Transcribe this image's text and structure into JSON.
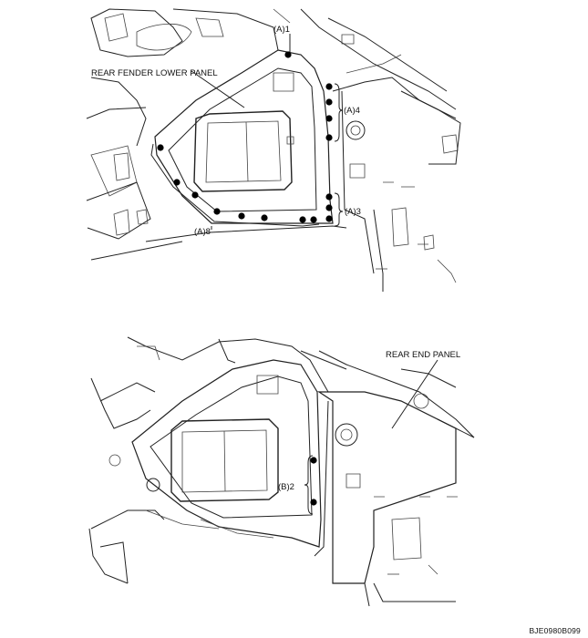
{
  "top_figure": {
    "label_panel": "REAR FENDER LOWER PANEL",
    "callout_a1": "(A)1",
    "callout_a4": "(A)4",
    "callout_a3": "(A)3",
    "callout_a8": "(A)8"
  },
  "bottom_figure": {
    "label_panel": "REAR END  PANEL",
    "callout_b2": "(B)2"
  },
  "figure_code": "BJE0980B099"
}
